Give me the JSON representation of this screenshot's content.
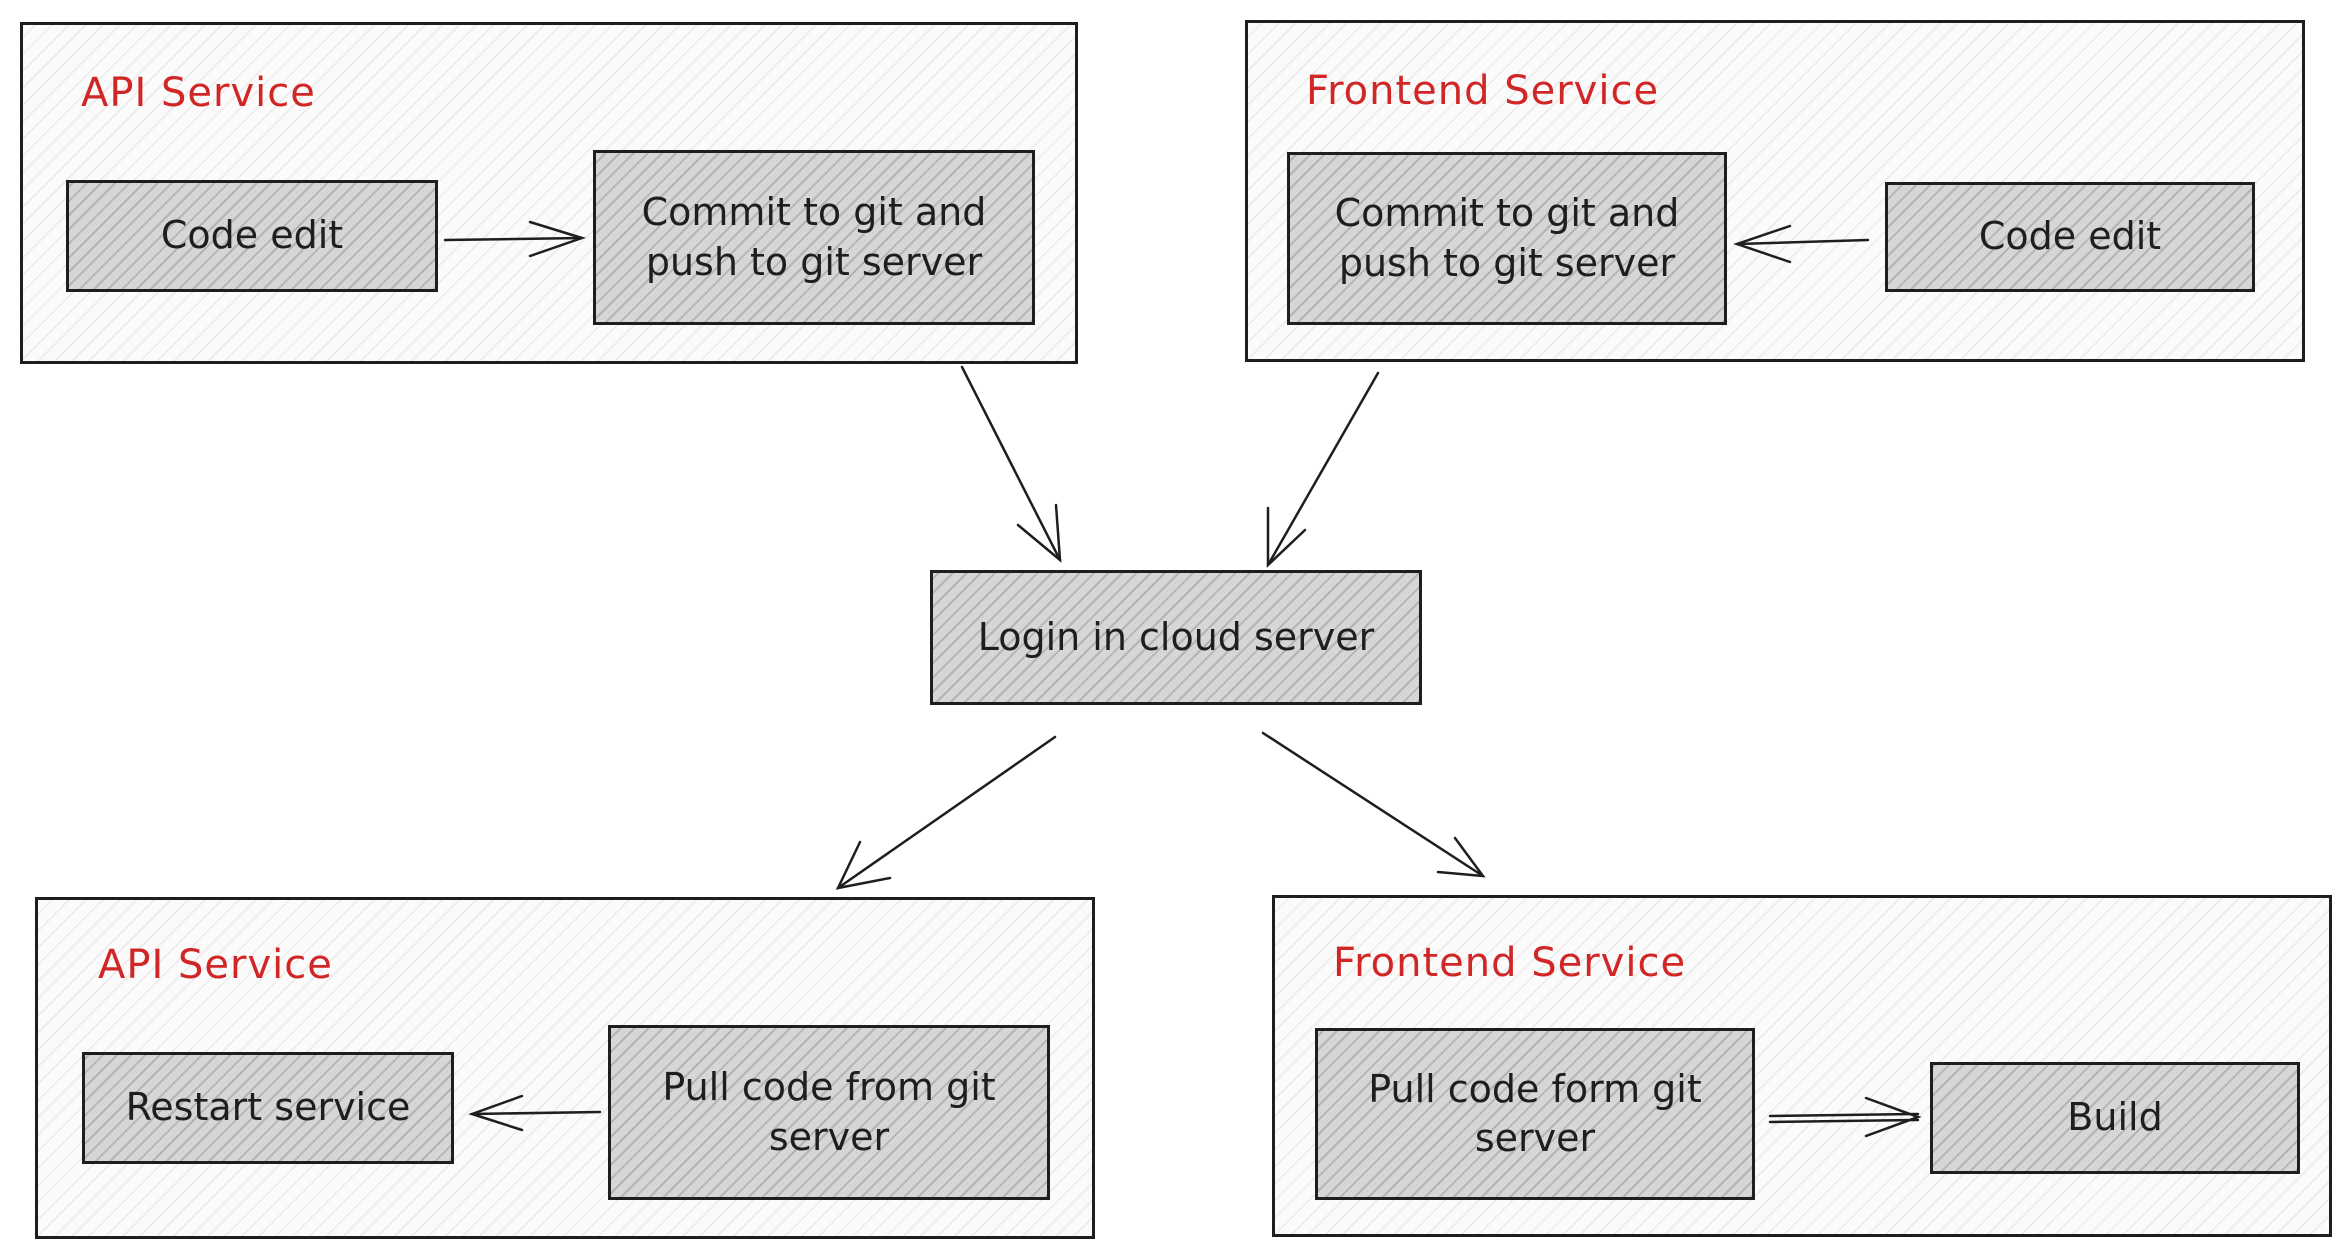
{
  "groups": {
    "api_top": {
      "title": "API Service"
    },
    "frontend_top": {
      "title": "Frontend Service"
    },
    "api_bottom": {
      "title": "API Service"
    },
    "frontend_bottom": {
      "title": "Frontend Service"
    }
  },
  "nodes": {
    "api_code_edit": "Code edit",
    "api_commit_push": "Commit to git and push to git server",
    "fe_commit_push": "Commit to git and push to git server",
    "fe_code_edit": "Code edit",
    "login_cloud": "Login in cloud server",
    "api_restart": "Restart service",
    "api_pull": "Pull code from git server",
    "fe_pull": "Pull code form git server",
    "fe_build": "Build"
  },
  "colors": {
    "group_title": "#d12626",
    "stroke": "#1e1e1e",
    "box_fill": "#d6d6d6"
  }
}
